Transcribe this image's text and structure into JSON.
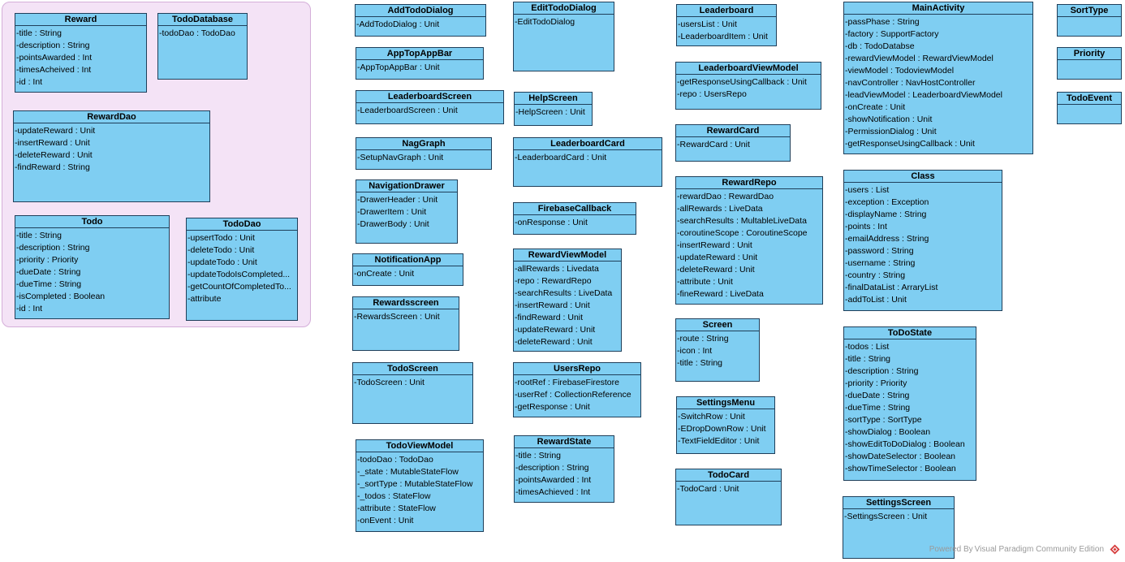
{
  "colors": {
    "class_fill": "#7fcef2",
    "class_border": "#1f3f5a",
    "package_fill": "#f4e3f6",
    "package_border": "#d4aed9",
    "logo": "#d63b3b"
  },
  "classes": [
    {
      "id": "reward",
      "name": "Reward",
      "attrs": [
        "-title : String",
        "-description : String",
        "-pointsAwarded : Int",
        "-timesAcheived : Int",
        "-id : Int"
      ]
    },
    {
      "id": "tododatabase",
      "name": "TodoDatabase",
      "attrs": [
        "-todoDao : TodoDao"
      ]
    },
    {
      "id": "rewarddao",
      "name": "RewardDao",
      "attrs": [
        "-updateReward : Unit",
        "-insertReward : Unit",
        "-deleteReward : Unit",
        "-findReward : String"
      ]
    },
    {
      "id": "todo",
      "name": "Todo",
      "attrs": [
        "-title : String",
        "-description : String",
        "-priority : Priority",
        "-dueDate : String",
        "-dueTime : String",
        "-isCompleted : Boolean",
        "-id : Int"
      ]
    },
    {
      "id": "tododao",
      "name": "TodoDao",
      "attrs": [
        "-upsertTodo : Unit",
        "-deleteTodo : Unit",
        "-updateTodo : Unit",
        "-updateTodoIsCompleted...",
        "-getCountOfCompletedTo...",
        "-attribute"
      ]
    },
    {
      "id": "addtododialog",
      "name": "AddTodoDialog",
      "attrs": [
        "-AddTodoDialog : Unit"
      ]
    },
    {
      "id": "apptopappbar",
      "name": "AppTopAppBar",
      "attrs": [
        "-AppTopAppBar : Unit"
      ]
    },
    {
      "id": "leaderboardscreen",
      "name": "LeaderboardScreen",
      "attrs": [
        "-LeaderboardScreen : Unit"
      ]
    },
    {
      "id": "naggraph",
      "name": "NagGraph",
      "attrs": [
        "-SetupNavGraph : Unit"
      ]
    },
    {
      "id": "navigationdrawer",
      "name": "NavigationDrawer",
      "attrs": [
        "-DrawerHeader : Unit",
        "-DrawerItem : Unit",
        "-DrawerBody : Unit"
      ]
    },
    {
      "id": "notificationapp",
      "name": "NotificationApp",
      "attrs": [
        "-onCreate : Unit"
      ]
    },
    {
      "id": "rewardsscreen",
      "name": "Rewardsscreen",
      "attrs": [
        "-RewardsScreen : Unit"
      ]
    },
    {
      "id": "todoscreen",
      "name": "TodoScreen",
      "attrs": [
        "-TodoScreen : Unit"
      ]
    },
    {
      "id": "todoviewmodel",
      "name": "TodoViewModel",
      "attrs": [
        "-todoDao : TodoDao",
        "-_state : MutableStateFlow",
        "-_sortType : MutableStateFlow",
        "-_todos : StateFlow",
        "-attribute : StateFlow",
        "-onEvent : Unit"
      ]
    },
    {
      "id": "edittododialog",
      "name": "EditTodoDialog",
      "attrs": [
        "-EditTodoDialog"
      ]
    },
    {
      "id": "helpscreen",
      "name": "HelpScreen",
      "attrs": [
        "-HelpScreen : Unit"
      ]
    },
    {
      "id": "leaderboardcard",
      "name": "LeaderboardCard",
      "attrs": [
        "-LeaderboardCard : Unit"
      ]
    },
    {
      "id": "firebasecallback",
      "name": "FirebaseCallback",
      "attrs": [
        "-onResponse : Unit"
      ]
    },
    {
      "id": "rewardviewmodel",
      "name": "RewardViewModel",
      "attrs": [
        "-allRewards : Livedata",
        "-repo : RewardRepo",
        "-searchResults : LiveData",
        "-insertReward : Unit",
        "-findReward : Unit",
        "-updateReward : Unit",
        "-deleteReward : Unit"
      ]
    },
    {
      "id": "usersrepo",
      "name": "UsersRepo",
      "attrs": [
        "-rootRef : FirebaseFirestore",
        "-userRef : CollectionReference",
        "-getResponse : Unit"
      ]
    },
    {
      "id": "rewardstate",
      "name": "RewardState",
      "attrs": [
        "-title : String",
        "-description : String",
        "-pointsAwarded : Int",
        "-timesAchieved : Int"
      ]
    },
    {
      "id": "leaderboard",
      "name": "Leaderboard",
      "attrs": [
        "-usersList : Unit",
        "-LeaderboardItem : Unit"
      ]
    },
    {
      "id": "leaderboardviewmodel",
      "name": "LeaderboardViewModel",
      "attrs": [
        "-getResponseUsingCallback : Unit",
        "-repo : UsersRepo"
      ]
    },
    {
      "id": "rewardcard",
      "name": "RewardCard",
      "attrs": [
        "-RewardCard : Unit"
      ]
    },
    {
      "id": "rewardrepo",
      "name": "RewardRepo",
      "attrs": [
        "-rewardDao : RewardDao",
        "-allRewards : LiveData",
        "-searchResults : MultableLiveData",
        "-coroutineScope : CoroutineScope",
        "-insertReward : Unit",
        "-updateReward : Unit",
        "-deleteReward : Unit",
        "-attribute : Unit",
        "-fineReward : LiveData"
      ]
    },
    {
      "id": "screen",
      "name": "Screen",
      "attrs": [
        "-route : String",
        "-icon : Int",
        "-title : String"
      ]
    },
    {
      "id": "settingsmenu",
      "name": "SettingsMenu",
      "attrs": [
        "-SwitchRow : Unit",
        "-EDropDownRow : Unit",
        "-TextFieldEditor : Unit"
      ]
    },
    {
      "id": "todocard",
      "name": "TodoCard",
      "attrs": [
        "-TodoCard : Unit"
      ]
    },
    {
      "id": "mainactivity",
      "name": "MainActivity",
      "attrs": [
        "-passPhase : String",
        "-factory : SupportFactory",
        "-db : TodoDatabse",
        "-rewardViewModel : RewardViewModel",
        "-viewModel : TodoviewModel",
        "-navController : NavHostController",
        "-leadViewModel : LeaderboardViewModel",
        "-onCreate : Unit",
        "-showNotification : Unit",
        "-PermissionDialog : Unit",
        "-getResponseUsingCallback : Unit"
      ]
    },
    {
      "id": "class",
      "name": "Class",
      "attrs": [
        "-users : List",
        "-exception : Exception",
        "-displayName : String",
        "-points : Int",
        "-emailAddress : String",
        "-password : String",
        "-username : String",
        "-country : String",
        "-finalDataList : ArraryList",
        "-addToList : Unit"
      ]
    },
    {
      "id": "todostate",
      "name": "ToDoState",
      "attrs": [
        "-todos : List",
        "-title : String",
        "-description : String",
        "-priority : Priority",
        "-dueDate : String",
        "-dueTime : String",
        "-sortType : SortType",
        "-showDialog : Boolean",
        "-showEditToDoDialog : Boolean",
        "-showDateSelector : Boolean",
        "-showTimeSelector : Boolean"
      ]
    },
    {
      "id": "settingsscreen",
      "name": "SettingsScreen",
      "attrs": [
        "-SettingsScreen : Unit"
      ]
    },
    {
      "id": "sorttype",
      "name": "SortType",
      "attrs": []
    },
    {
      "id": "priority",
      "name": "Priority",
      "attrs": []
    },
    {
      "id": "todoevent",
      "name": "TodoEvent",
      "attrs": []
    }
  ],
  "watermark": "Powered By Visual Paradigm Community Edition"
}
